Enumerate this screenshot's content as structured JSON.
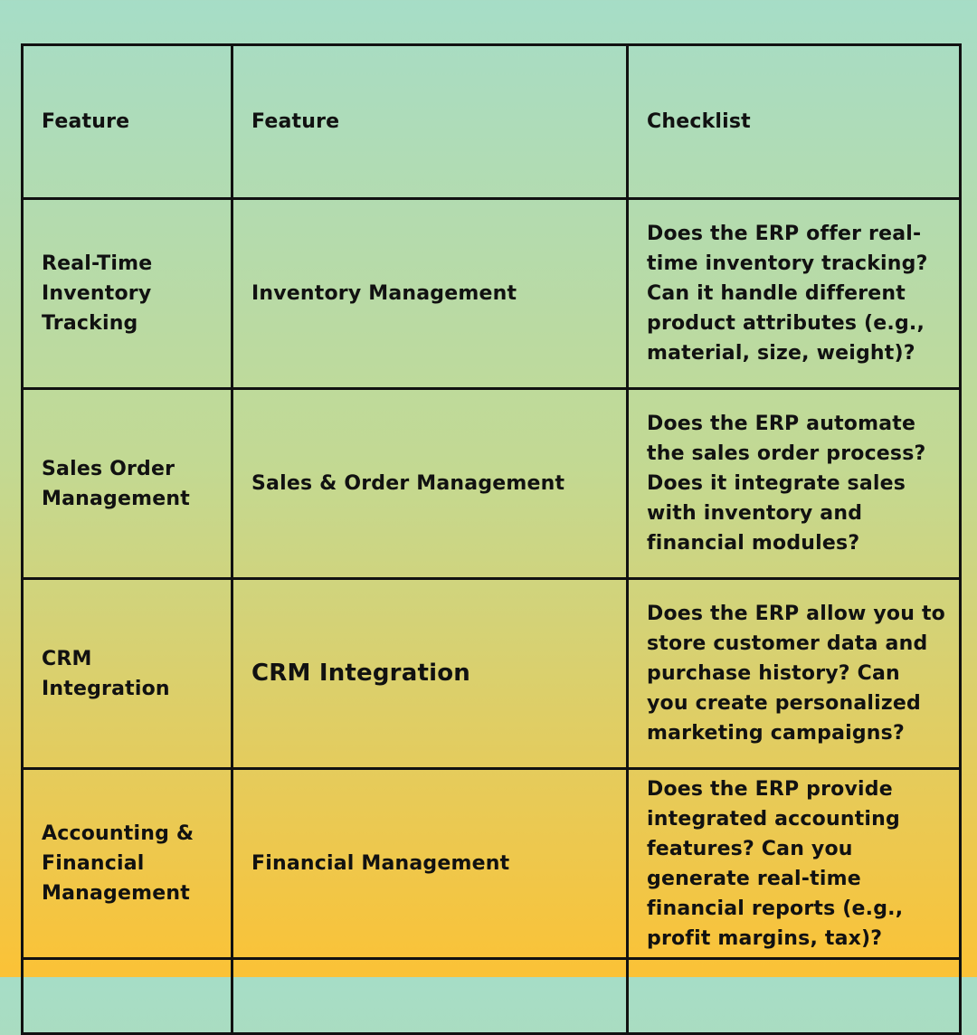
{
  "table": {
    "headers": [
      "Feature",
      "Feature",
      "Checklist"
    ],
    "rows": [
      {
        "feature": "Real-Time Inventory Tracking",
        "module": "Inventory Management",
        "checklist": "Does the ERP offer real-time inventory tracking? Can it handle different product attributes (e.g., material, size, weight)?"
      },
      {
        "feature": "Sales Order Management",
        "module": "Sales & Order Management",
        "checklist": "Does the ERP automate the sales order process? Does it integrate sales with inventory and financial modules?"
      },
      {
        "feature": "CRM Integration",
        "module": "CRM Integration",
        "checklist": "Does the ERP allow you to store customer data and purchase history? Can you create personalized marketing campaigns?"
      },
      {
        "feature": "Accounting & Financial Management",
        "module": "Financial Management",
        "checklist": "Does the ERP provide integrated accounting features? Can you generate real-time financial reports (e.g., profit margins, tax)?"
      }
    ]
  },
  "colors": {
    "gradient_top": "#a6ddc7",
    "gradient_bottom": "#fbc236",
    "border": "#111111",
    "text": "#111111"
  }
}
